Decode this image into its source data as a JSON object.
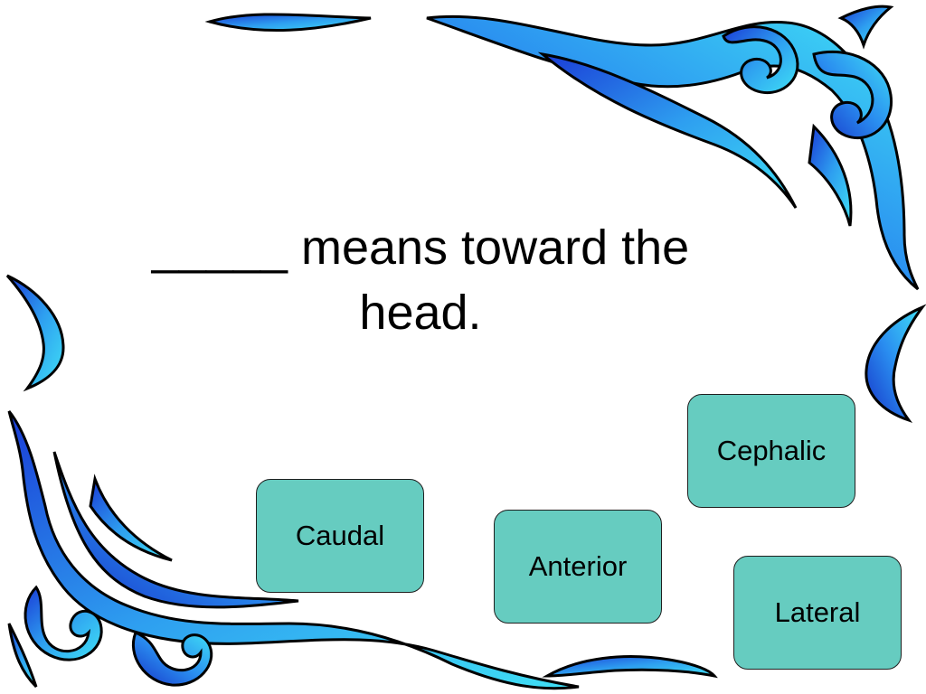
{
  "question": {
    "line1": "_____ means toward the",
    "line2": "head."
  },
  "answers": {
    "caudal": "Caudal",
    "anterior": "Anterior",
    "cephalic": "Cephalic",
    "lateral": "Lateral"
  },
  "colors": {
    "answer_fill": "#66ccc0",
    "ornament_dark": "#1c3fd0",
    "ornament_light": "#35d8f0",
    "ornament_outline": "#000000"
  }
}
